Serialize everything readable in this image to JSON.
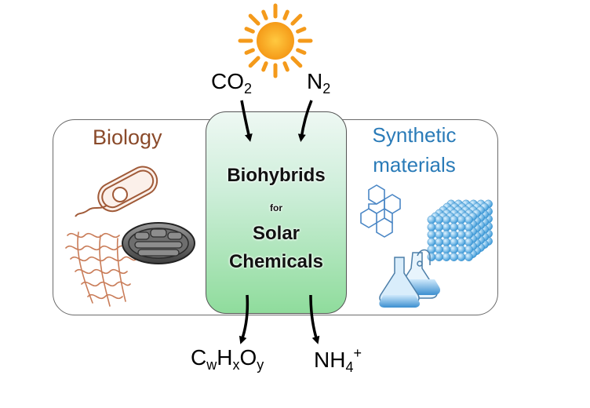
{
  "diagram": {
    "center_title_1": "Biohybrids",
    "center_title_2": "for",
    "center_title_3": "Solar",
    "center_title_4": "Chemicals",
    "left_label": "Biology",
    "right_label_1": "Synthetic",
    "right_label_2": "materials",
    "input_1": {
      "base": "CO",
      "sub": "2"
    },
    "input_2": {
      "base": "N",
      "sub": "2"
    },
    "output_1": {
      "c": "C",
      "w": "w",
      "h": "H",
      "x": "x",
      "o": "O",
      "y": "y"
    },
    "output_2": {
      "base": "NH",
      "sub": "4",
      "sup": "+"
    }
  },
  "colors": {
    "biology": "#8a4a2a",
    "synthetic": "#2a7bb8",
    "sun": "#f7a21b",
    "center_fill_top": "#eef8f3",
    "center_fill_bottom": "#8fdc9c"
  },
  "icons": [
    "sun-icon",
    "bacterium-icon",
    "protein-icon",
    "mitochondrion-icon",
    "molecule-icon",
    "nanocube-icon",
    "flask-icon",
    "arrow-icon"
  ]
}
